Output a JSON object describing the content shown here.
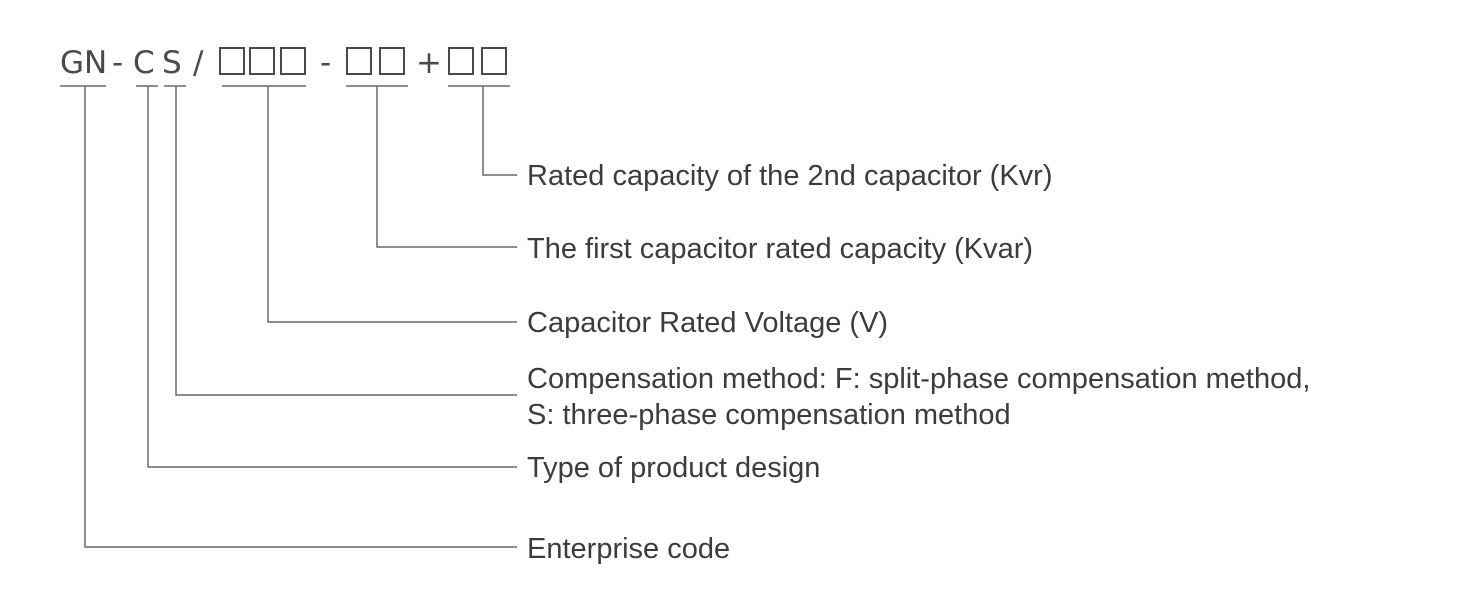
{
  "code": {
    "prefix": "GN",
    "dash1": "-",
    "design": "C",
    "method": "S",
    "slash": "/",
    "voltage_boxes": 3,
    "dash2": "-",
    "first_capacity_boxes": 2,
    "plus": "+",
    "second_capacity_boxes": 2
  },
  "descriptions": {
    "second_capacity": "Rated capacity of the 2nd capacitor (Kvr)",
    "first_capacity": "The first capacitor rated capacity (Kvar)",
    "voltage": "Capacitor Rated Voltage (V)",
    "method_line1": "Compensation method: F: split-phase compensation method,",
    "method_line2": "S: three-phase compensation method",
    "design": "Type of product design",
    "enterprise": "Enterprise code"
  }
}
